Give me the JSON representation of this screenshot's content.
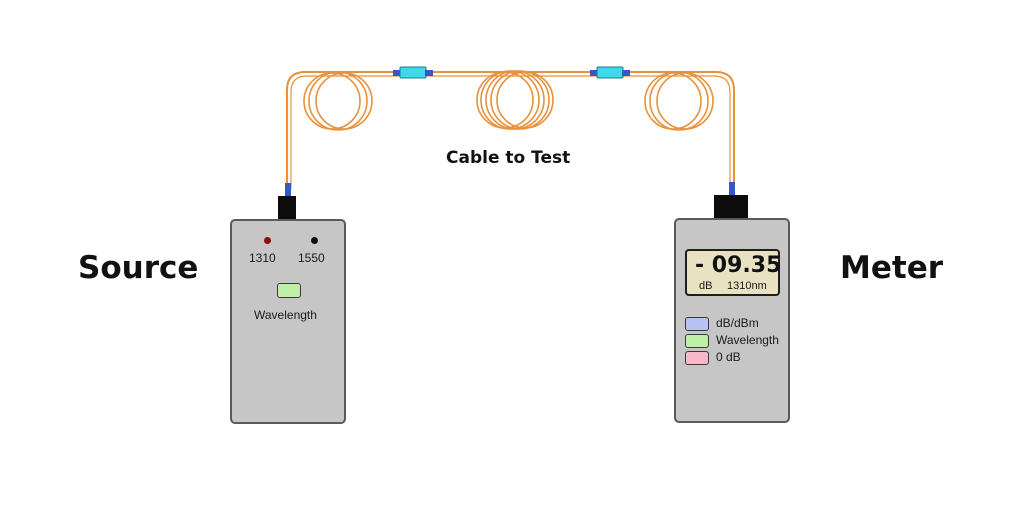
{
  "labels": {
    "source": "Source",
    "meter": "Meter",
    "cable": "Cable to Test"
  },
  "source": {
    "wavelengths": [
      "1310",
      "1550"
    ],
    "led_colors": [
      "#8b0d0d",
      "#111111"
    ],
    "button_label": "Wavelength"
  },
  "meter": {
    "reading": "- 09.35",
    "unit": "dB",
    "wavelength": "1310nm",
    "buttons": [
      {
        "label": "dB/dBm",
        "color": "#b8c2f4"
      },
      {
        "label": "Wavelength",
        "color": "#bff0a8"
      },
      {
        "label": "0 dB",
        "color": "#f5b9c8"
      }
    ]
  },
  "colors": {
    "fiber": "#e8913a",
    "connector": "#3fd8e8",
    "connector_tip": "#3458c8",
    "device_body": "#c6c6c6"
  }
}
